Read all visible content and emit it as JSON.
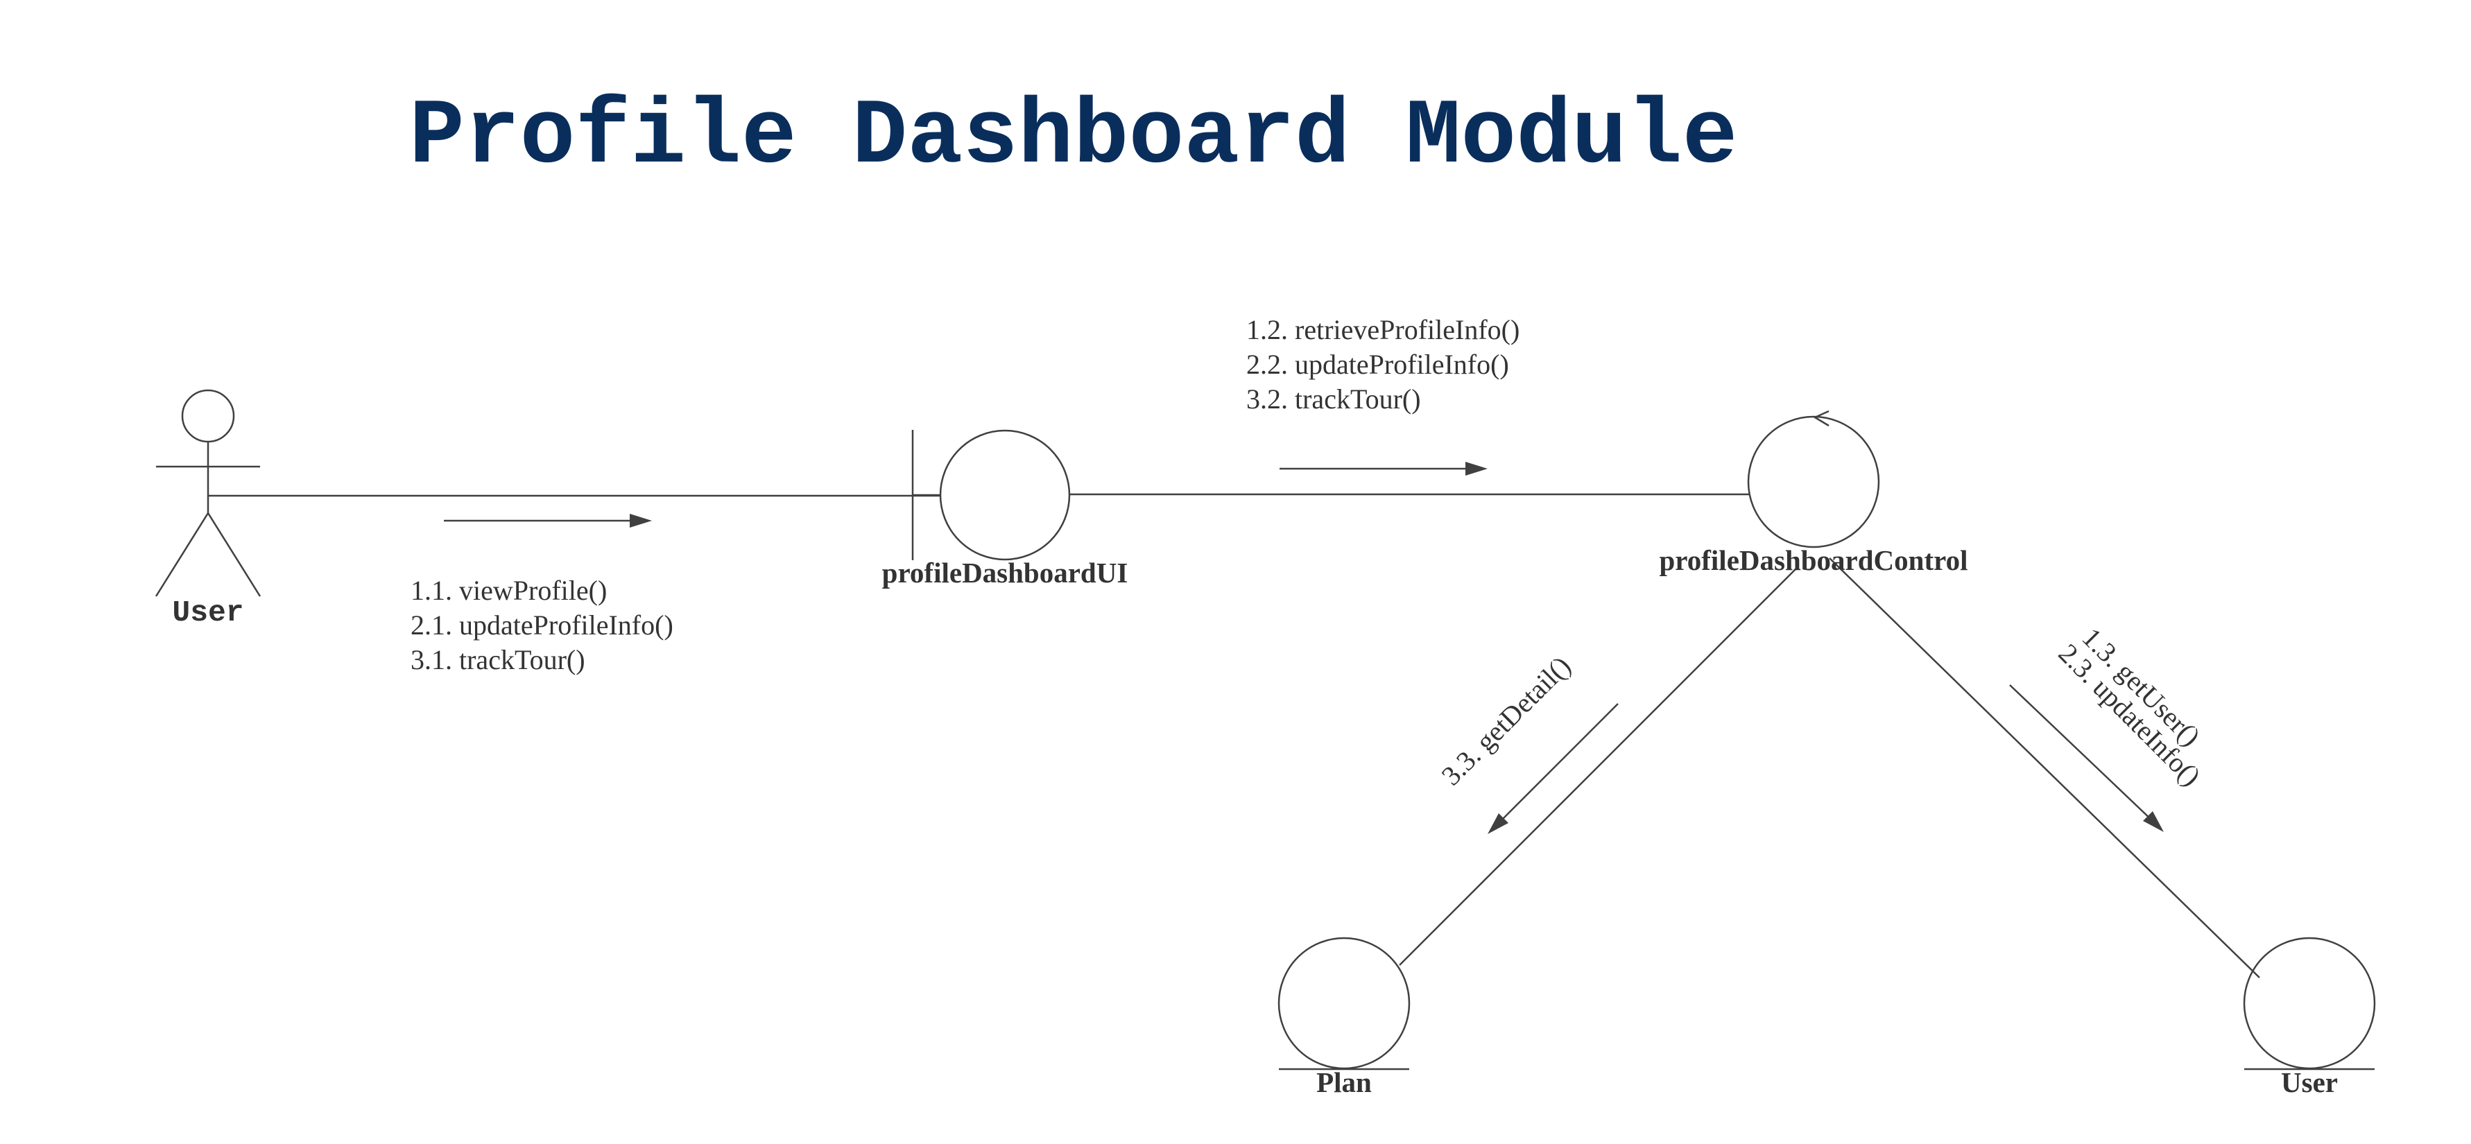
{
  "diagram": {
    "title": "Profile Dashboard Module",
    "nodes": {
      "actor": {
        "label": "User",
        "kind": "actor"
      },
      "boundary": {
        "label": "profileDashboardUI",
        "kind": "boundary"
      },
      "control": {
        "label": "profileDashboardControl",
        "kind": "control"
      },
      "entity_plan": {
        "label": "Plan",
        "kind": "entity"
      },
      "entity_user": {
        "label": "User",
        "kind": "entity"
      }
    },
    "messages": {
      "actor_to_ui": [
        "1.1. viewProfile()",
        "2.1. updateProfileInfo()",
        "3.1. trackTour()"
      ],
      "ui_to_control": [
        "1.2. retrieveProfileInfo()",
        "2.2. updateProfileInfo()",
        "3.2. trackTour()"
      ],
      "control_to_plan": [
        "3.3. getDetail()"
      ],
      "control_to_user": [
        "1.3. getUser()",
        "2.3. updateInfo()"
      ]
    },
    "colors": {
      "title": "#0a2e5c",
      "line": "#404040",
      "text": "#333333"
    }
  }
}
